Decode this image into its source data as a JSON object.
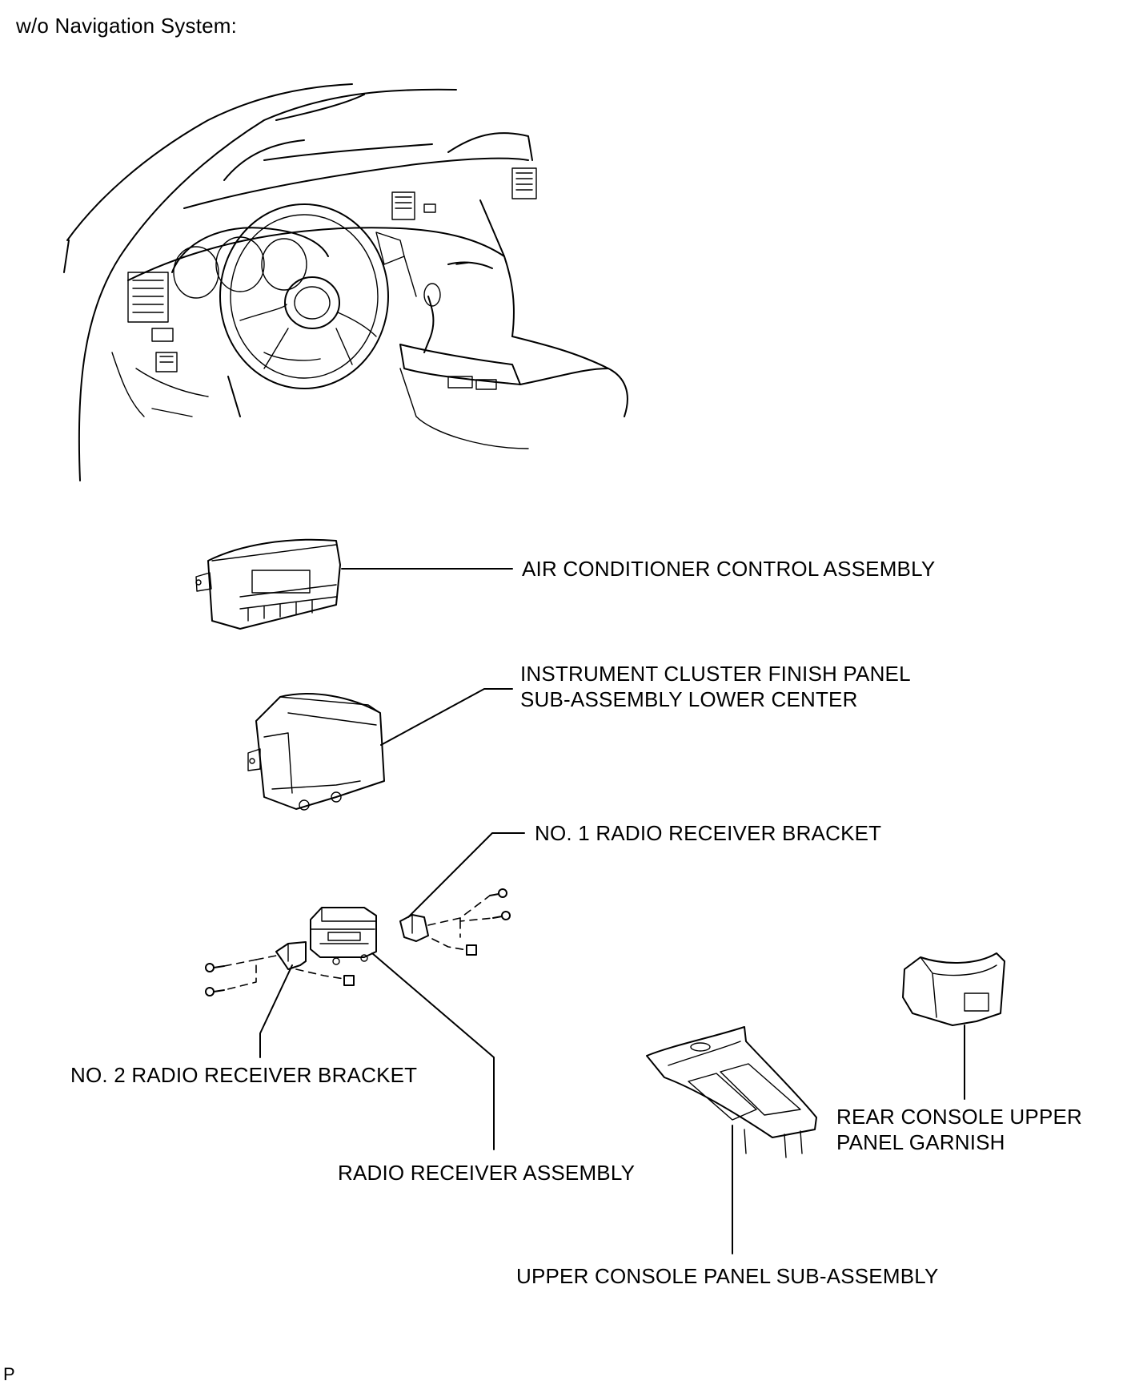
{
  "header": {
    "variant": "w/o Navigation System:"
  },
  "labels": {
    "ac_control": "AIR CONDITIONER CONTROL ASSEMBLY",
    "cluster_panel": "INSTRUMENT CLUSTER FINISH PANEL\nSUB-ASSEMBLY LOWER CENTER",
    "bracket1": "NO. 1 RADIO RECEIVER BRACKET",
    "bracket2": "NO. 2 RADIO RECEIVER BRACKET",
    "radio": "RADIO RECEIVER ASSEMBLY",
    "rear_console": "REAR CONSOLE UPPER\nPANEL GARNISH",
    "upper_console": "UPPER CONSOLE PANEL SUB-ASSEMBLY"
  },
  "footer": {
    "code": "P"
  }
}
